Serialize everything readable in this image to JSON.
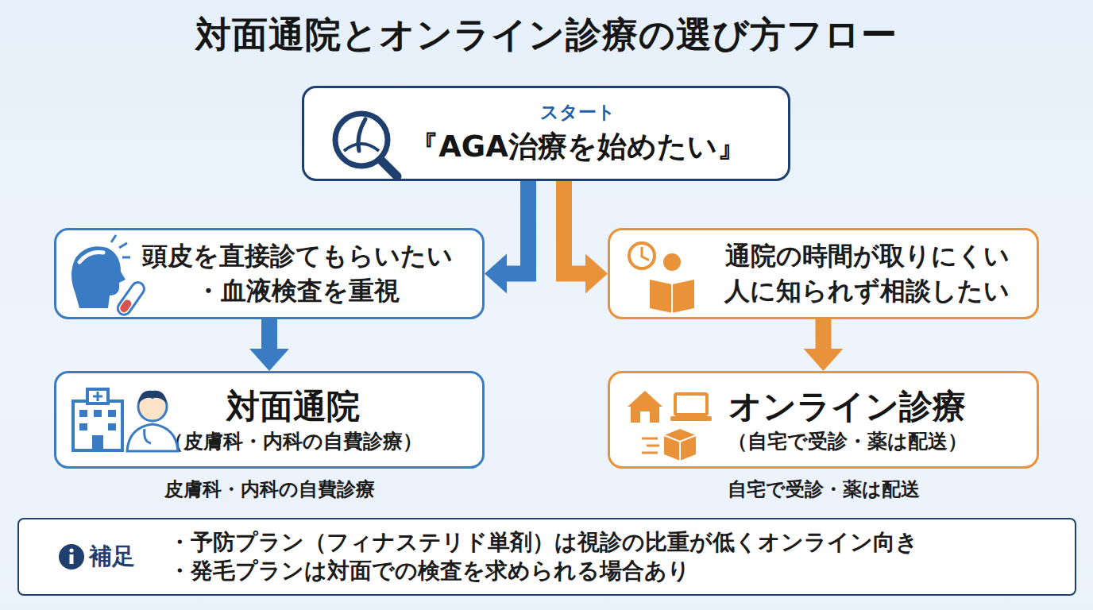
{
  "diagram": {
    "title": "対面通院とオンライン診療の選び方フロー",
    "nodes": [
      {
        "text": [
          "スタート",
          "『AGA治療を始めたい』"
        ]
      },
      {
        "text": [
          "頭皮を直接診てもらいたい ・血液検査を重視"
        ]
      },
      {
        "text": [
          "通院の時間が取りにくい 人に知られず相談したい"
        ]
      },
      {
        "text": [
          "対面通院",
          "（皮膚科・内科の自費診療）"
        ]
      },
      {
        "text": [
          "オンライン診療",
          "（自宅で受診・薬は配送）"
        ]
      },
      {
        "text": [
          "補足",
          "・予防プラン（フィナステリド単剤）は視診の比重が低くオンライン向き",
          "・発毛プランは対面での検査を求められる場合あり"
        ]
      }
    ],
    "edges": [
      {
        "from": 0,
        "to": 1,
        "arrow": "to"
      },
      {
        "from": 0,
        "to": 2,
        "arrow": "to"
      },
      {
        "from": 1,
        "to": 3,
        "arrow": "to"
      },
      {
        "from": 2,
        "to": 4,
        "arrow": "to"
      }
    ],
    "labels": [
      "皮膚科・内科の自費診療",
      "自宅で受診・薬は配送"
    ]
  }
}
